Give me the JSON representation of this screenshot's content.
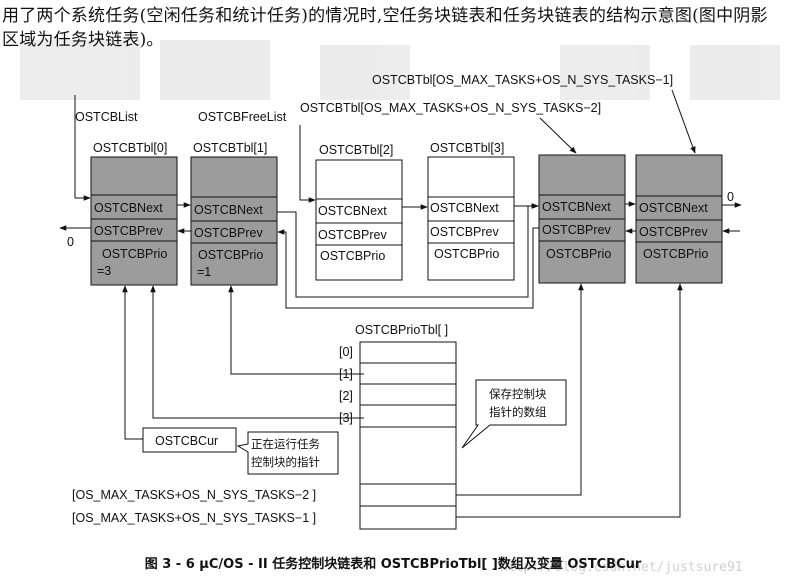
{
  "intro_text": "用了两个系统任务(空闲任务和统计任务)的情况时,空任务块链表和任务块链表的结构示意图(图中阴影区域为任务块链表)。",
  "watermark_url": "http://blog.csdn.net/justsure91",
  "labels": {
    "list_head": "OSTCBList",
    "free_list_head": "OSTCBFreeList",
    "tbl_max_minus_1": "OSTCBTbl[OS_MAX_TASKS+OS_N_SYS_TASKS−1]",
    "tbl_max_minus_2": "OSTCBTbl[OS_MAX_TASKS+OS_N_SYS_TASKS−2]",
    "zero_left": "0",
    "zero_right": "0"
  },
  "tcb_blocks": [
    {
      "title": "OSTCBTbl[0]",
      "next": "OSTCBNext",
      "prev": "OSTCBPrev",
      "prio": "OSTCBPrio",
      "prio_value": "=3"
    },
    {
      "title": "OSTCBTbl[1]",
      "next": "OSTCBNext",
      "prev": "OSTCBPrev",
      "prio": "OSTCBPrio",
      "prio_value": "=1"
    },
    {
      "title": "OSTCBTbl[2]",
      "next": "OSTCBNext",
      "prev": "OSTCBPrev",
      "prio": "OSTCBPrio",
      "prio_value": ""
    },
    {
      "title": "OSTCBTbl[3]",
      "next": "OSTCBNext",
      "prev": "OSTCBPrev",
      "prio": "OSTCBPrio",
      "prio_value": ""
    },
    {
      "title": "",
      "next": "OSTCBNext",
      "prev": "OSTCBPrev",
      "prio": "OSTCBPrio",
      "prio_value": ""
    },
    {
      "title": "",
      "next": "OSTCBNext",
      "prev": "OSTCBPrev",
      "prio": "OSTCBPrio",
      "prio_value": ""
    }
  ],
  "prio_tbl": {
    "title": "OSTCBPrioTbl[ ]",
    "indices": [
      "[0]",
      "[1]",
      "[2]",
      "[3]"
    ],
    "index_max_minus_2": "[OS_MAX_TASKS+OS_N_SYS_TASKS−2 ]",
    "index_max_minus_1": "[OS_MAX_TASKS+OS_N_SYS_TASKS−1 ]"
  },
  "annotations": {
    "array_note_line1": "保存控制块",
    "array_note_line2": "指针的数组",
    "cur_label": "OSTCBCur",
    "cur_note_line1": "正在运行任务",
    "cur_note_line2": "控制块的指针"
  },
  "caption": "图 3 - 6    μC/OS - II 任务控制块链表和 OSTCBPrioTbl[ ]数组及变量 OSTCBCur",
  "colors": {
    "shaded": "#9c9c9c",
    "plain": "#ffffff",
    "line": "#111111"
  }
}
